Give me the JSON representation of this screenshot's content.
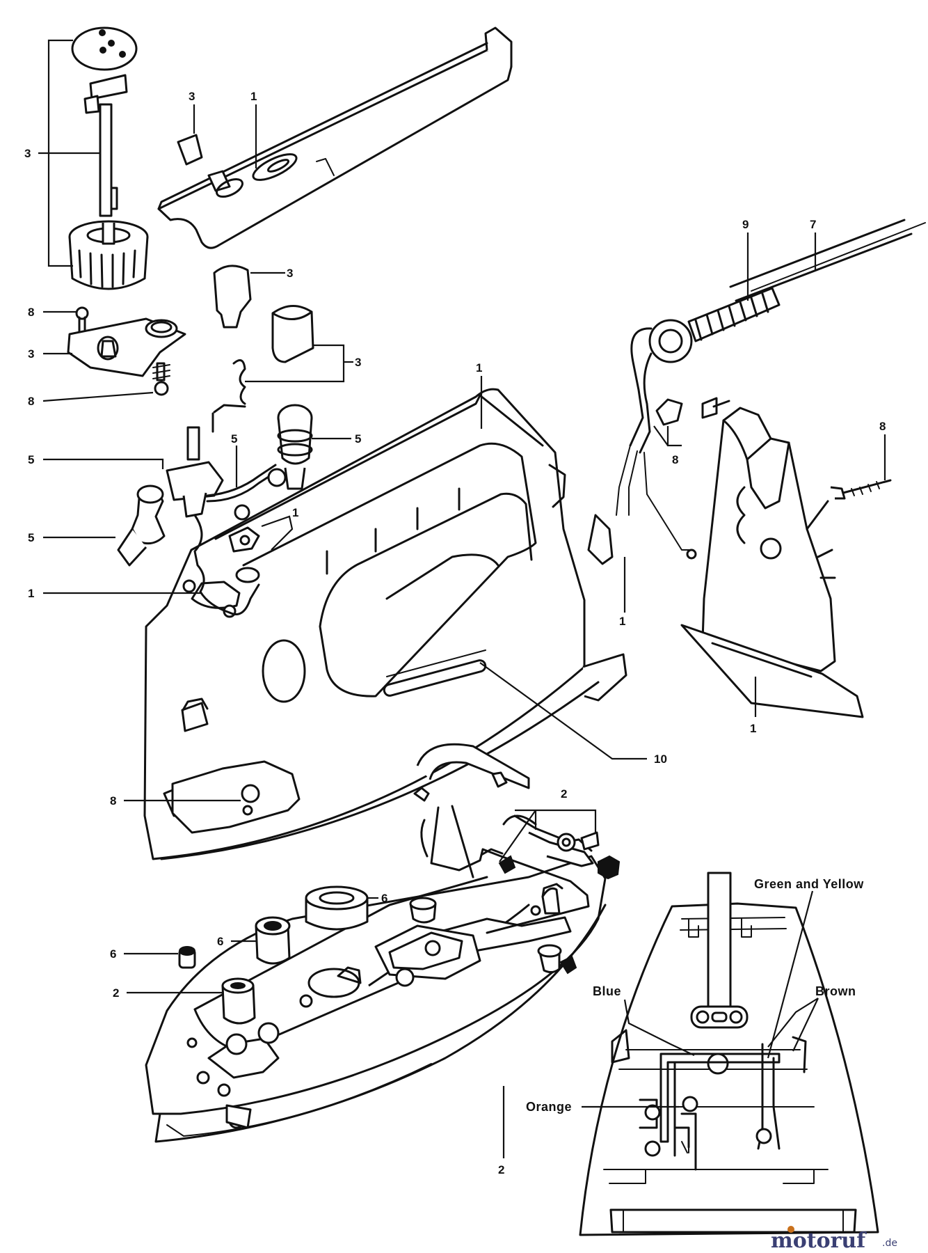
{
  "part_callouts": [
    "1",
    "2",
    "3",
    "5",
    "6",
    "7",
    "8",
    "9",
    "10"
  ],
  "wire_labels": {
    "green_yellow": "Green and Yellow",
    "blue": "Blue",
    "brown": "Brown",
    "orange": "Orange"
  },
  "watermark": {
    "brand": "motoruf",
    "domain_suffix": ".de"
  },
  "colors": {
    "ink": "#111111",
    "watermark_text": "#3a3f73",
    "watermark_dot": "#c9711c"
  }
}
